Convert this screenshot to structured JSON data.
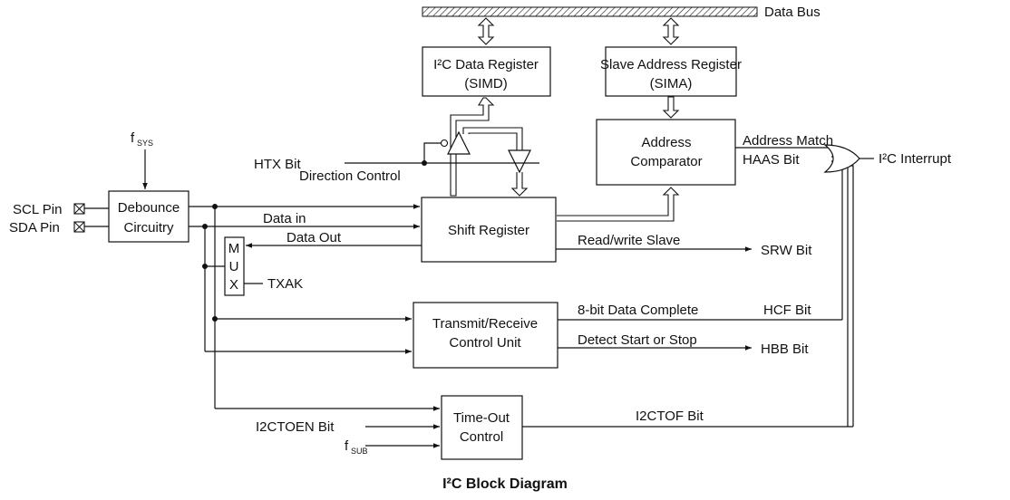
{
  "data_bus": {
    "label": "Data Bus"
  },
  "blocks": {
    "simd": {
      "line1": "I²C Data Register",
      "line2": "(SIMD)"
    },
    "sima": {
      "line1": "Slave Address Register",
      "line2": "(SIMA)"
    },
    "comparator": {
      "line1": "Address",
      "line2": "Comparator"
    },
    "debounce": {
      "line1": "Debounce",
      "line2": "Circuitry"
    },
    "shift": {
      "line1": "Shift Register"
    },
    "mux": {
      "m": "M",
      "u": "U",
      "x": "X"
    },
    "trcu": {
      "line1": "Transmit/Receive",
      "line2": "Control Unit"
    },
    "timeout": {
      "line1": "Time-Out",
      "line2": "Control"
    }
  },
  "inputs": {
    "fsys_main": "f",
    "fsys_sub": "SYS",
    "scl_pin": "SCL Pin",
    "sda_pin": "SDA Pin",
    "htx_bit": "HTX Bit",
    "txak": "TXAK",
    "i2ctoen_bit": "I2CTOEN Bit",
    "fsub_main": "f",
    "fsub_sub": "SUB"
  },
  "signals": {
    "direction_control": "Direction Control",
    "data_in": "Data in",
    "data_out": "Data Out",
    "address_match": "Address Match",
    "haas_bit": "HAAS Bit",
    "read_write_slave": "Read/write Slave",
    "eight_bit_complete": "8-bit Data Complete",
    "detect_start_stop": "Detect Start or Stop",
    "i2ctof_bit": "I2CTOF Bit"
  },
  "outputs": {
    "interrupt": "I²C Interrupt",
    "srw_bit": "SRW Bit",
    "hcf_bit": "HCF Bit",
    "hbb_bit": "HBB Bit"
  },
  "caption": "I²C Block Diagram"
}
